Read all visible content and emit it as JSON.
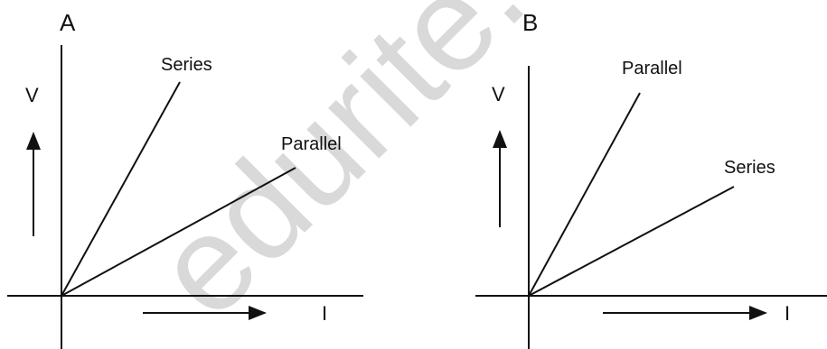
{
  "watermark": {
    "text": "edurite.com"
  },
  "panels": [
    {
      "id": "A",
      "label": "A",
      "y_axis_label": "V",
      "x_axis_label": "I",
      "lines": [
        {
          "name": "Series"
        },
        {
          "name": "Parallel"
        }
      ]
    },
    {
      "id": "B",
      "label": "B",
      "y_axis_label": "V",
      "x_axis_label": "I",
      "lines": [
        {
          "name": "Parallel"
        },
        {
          "name": "Series"
        }
      ]
    }
  ]
}
